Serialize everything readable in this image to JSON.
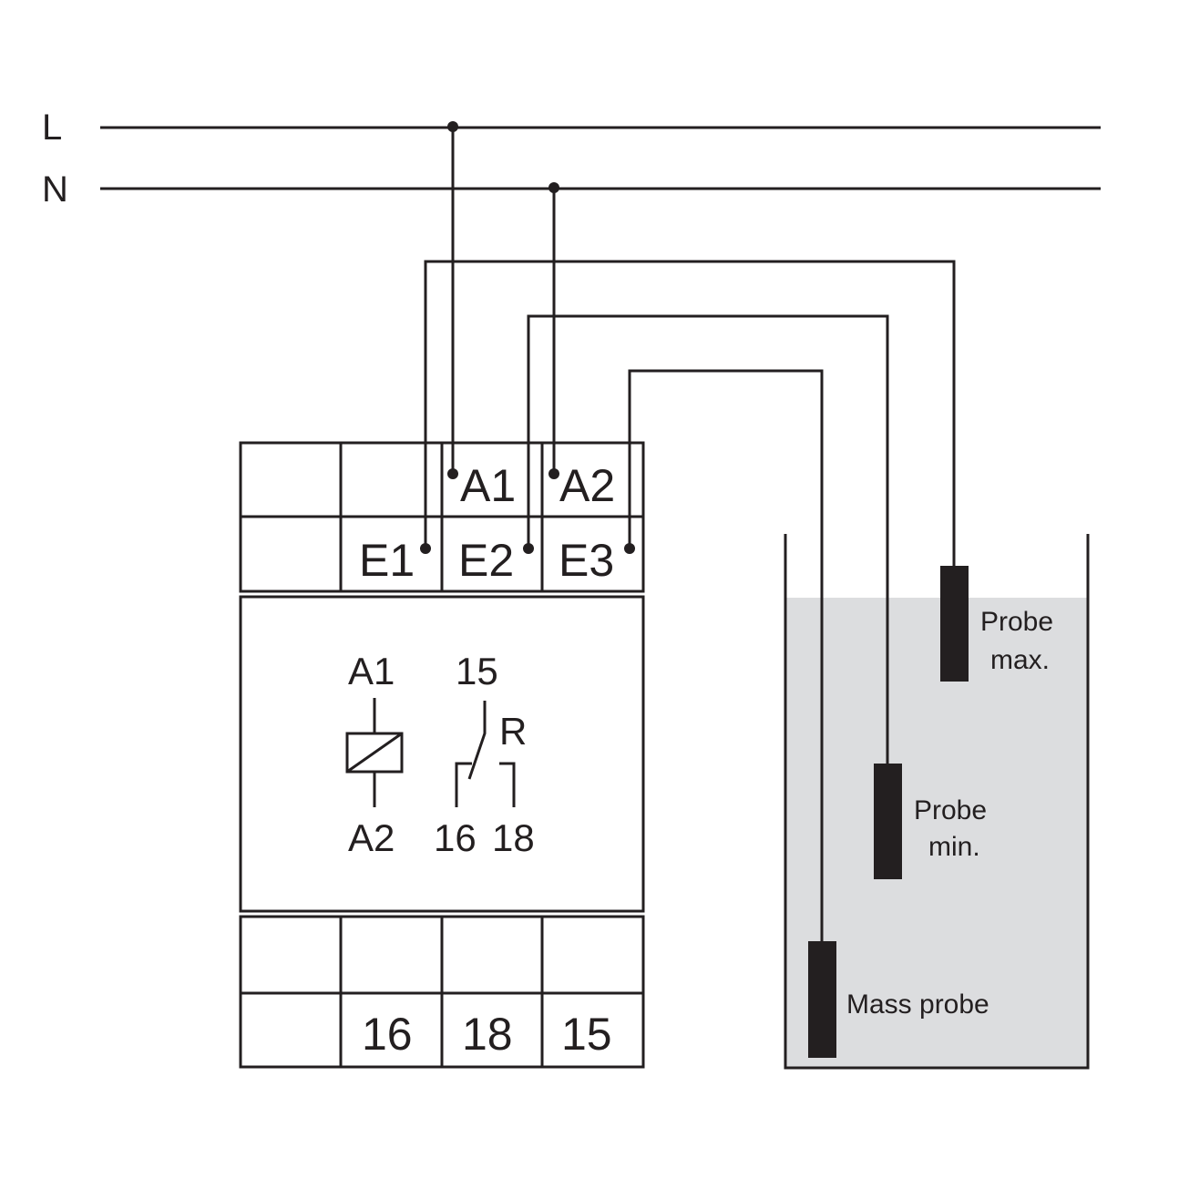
{
  "supply": {
    "line_label": "L",
    "neutral_label": "N"
  },
  "relay": {
    "top_row_1": [
      "",
      "",
      "A1",
      "A2"
    ],
    "top_row_2": [
      "",
      "E1",
      "E2",
      "E3"
    ],
    "bottom_row_1": [
      "",
      "",
      "",
      ""
    ],
    "bottom_row_2": [
      "",
      "16",
      "18",
      "15"
    ],
    "symbol": {
      "coil_top": "A1",
      "coil_bottom": "A2",
      "contact_common": "15",
      "contact_name": "R",
      "contact_nc": "16",
      "contact_no": "18"
    }
  },
  "tank": {
    "liquid_color": "#dcdddf",
    "probes": [
      {
        "label_line1": "Probe",
        "label_line2": "max."
      },
      {
        "label_line1": "Probe",
        "label_line2": "min."
      },
      {
        "label_line1": "Mass probe",
        "label_line2": ""
      }
    ]
  },
  "colors": {
    "ink": "#231f20",
    "background": "#ffffff"
  }
}
